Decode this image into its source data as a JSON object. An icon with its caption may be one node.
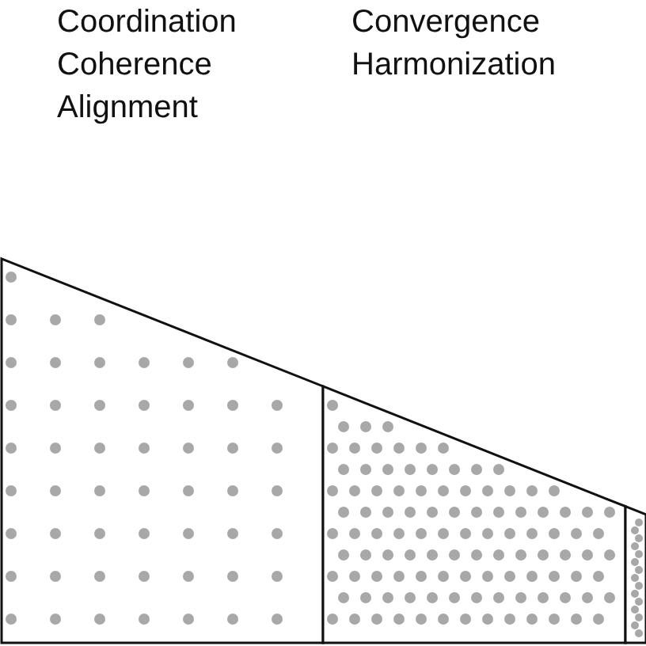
{
  "diagram": {
    "labels": [
      "Coordination",
      "Coherence",
      "Alignment",
      "Convergence",
      "Harmonization"
    ]
  }
}
